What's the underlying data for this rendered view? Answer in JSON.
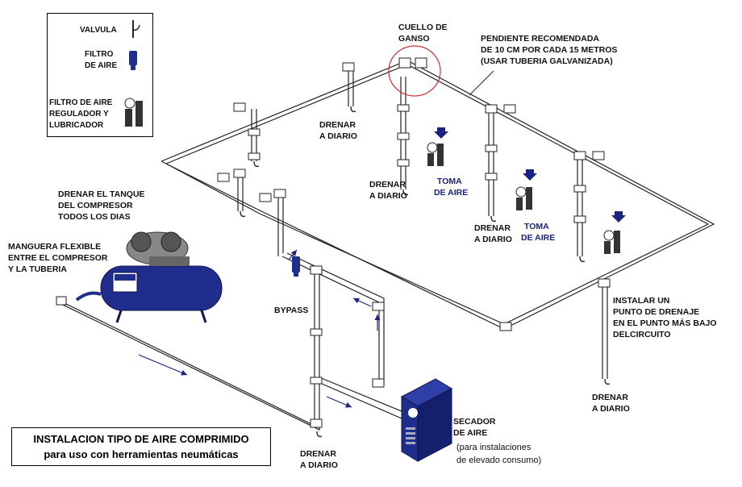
{
  "title": {
    "line1": "INSTALACION TIPO DE AIRE COMPRIMIDO",
    "line2": "para uso con herramientas neumáticas"
  },
  "legend": {
    "valve": "VALVULA",
    "filter_l1": "FILTRO",
    "filter_l2": "DE AIRE",
    "frl_l1": "FILTRO DE AIRE",
    "frl_l2": "REGULADOR  Y",
    "frl_l3": "LUBRICADOR"
  },
  "labels": {
    "gooseneck_l1": "CUELLO DE",
    "gooseneck_l2": "GANSO",
    "slope_l1": "PENDIENTE RECOMENDADA",
    "slope_l2": "DE 10 CM  POR CADA 15 METROS",
    "slope_l3": "(USAR TUBERIA  GALVANIZADA)",
    "drain_tank_l1": "DRENAR EL TANQUE",
    "drain_tank_l2": "DEL COMPRESOR",
    "drain_tank_l3": "TODOS LOS DIAS",
    "hose_l1": "MANGUERA FLEXIBLE",
    "hose_l2": "ENTRE EL COMPRESOR",
    "hose_l3": "Y LA TUBERIA",
    "bypass": "BYPASS",
    "dryer_l1": "SECADOR",
    "dryer_l2": "DE AIRE",
    "dryer_l3": "(para instalaciones",
    "dryer_l4": "de elevado consumo)",
    "low_point_l1": "INSTALAR UN",
    "low_point_l2": "PUNTO DE DRENAJE",
    "low_point_l3": "EN EL PUNTO MÁS BAJO",
    "low_point_l4": "DELCIRCUITO",
    "drain": "DRENAR",
    "daily": "A DIARIO",
    "outlet_l1": "TOMA",
    "outlet_l2": "DE AIRE"
  },
  "colors": {
    "compressor": "#1f2e8c",
    "pipe": "#222222",
    "annotation_circle": "#d32f2f",
    "arrow": "#1a237e"
  }
}
